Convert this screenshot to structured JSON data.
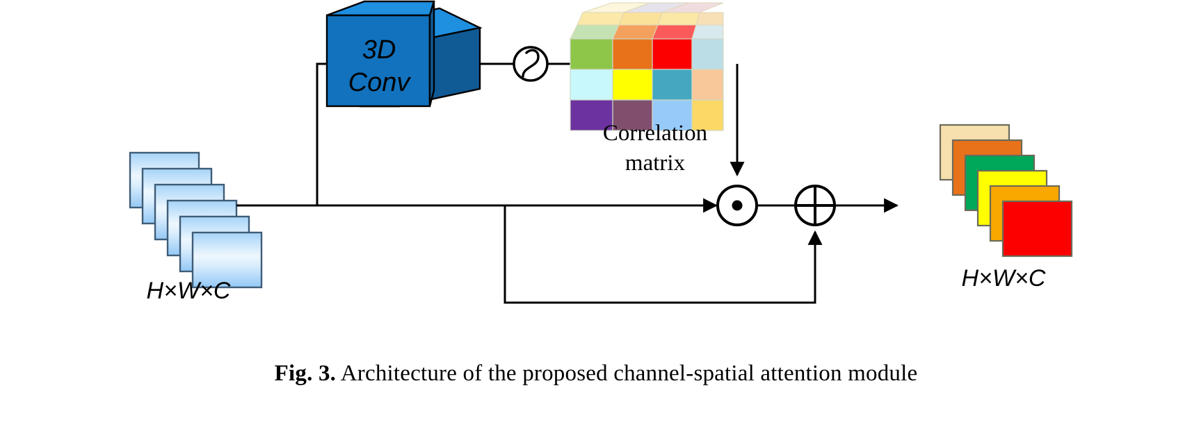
{
  "figure": {
    "caption_label": "Fig. 3.",
    "caption_text": " Architecture of the proposed channel-spatial attention module"
  },
  "diagram": {
    "input_label": "H×W×C",
    "output_label": "H×W×C",
    "conv_label_line1": "3D",
    "conv_label_line2": "Conv",
    "correlation_label_line1": "Correlation",
    "correlation_label_line2": "matrix",
    "sigmoid_symbol": "sigmoid-curve",
    "multiply_symbol": "⊙",
    "add_symbol": "⊕",
    "colors": {
      "conv_front": "#1272bd",
      "conv_top": "#1f8fe0",
      "conv_side": "#105a96",
      "input_map_light": "#eaf4fe",
      "input_map_mid": "#9fd0f7",
      "input_map_edge": "#3f5c77",
      "line": "#000000"
    },
    "correlation_matrix": {
      "rows": 3,
      "cols": 3,
      "front_face_colors": [
        [
          "#8ec64a",
          "#e8721a",
          "#fc0000"
        ],
        [
          "#c8f8fb",
          "#ffff00",
          "#45a7c0"
        ],
        [
          "#6c32a0",
          "#7f4f6d",
          "#97caf9"
        ]
      ],
      "right_face_colors": [
        [
          "#bbdde6",
          "#f8c79a",
          "#fcd966"
        ]
      ],
      "right_face_column": [
        "#bbdde6",
        "#f8c79a",
        "#fcd966"
      ],
      "top_face_colors": [
        [
          "#c4e2b4",
          "#f4a15e",
          "#fb5a5a",
          "#d8e9ee"
        ],
        [
          "#fbe9a9",
          "#fbe29a",
          "#fbe7a6",
          "#f7dfb6"
        ],
        [
          "#fbf6dc",
          "#e5e2ec",
          "#f0dcdf",
          "#f8e8cf"
        ]
      ]
    },
    "output_maps": [
      "#f7dfae",
      "#e8721a",
      "#00a859",
      "#ffff00",
      "#f9a800",
      "#fc0000"
    ],
    "input_maps_count": 6
  }
}
